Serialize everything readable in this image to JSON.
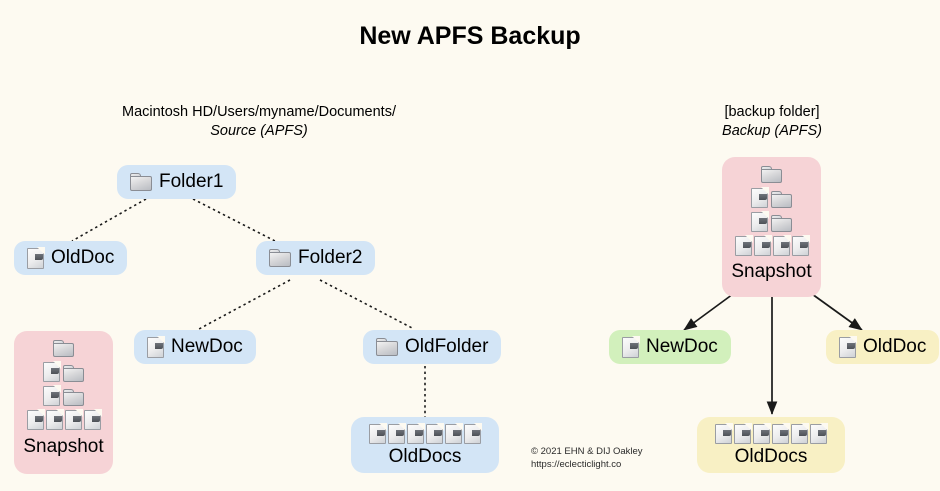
{
  "title": "New APFS Backup",
  "captions": {
    "source": {
      "line1": "Macintosh HD/Users/myname/Documents/",
      "line2": "Source (APFS)"
    },
    "backup": {
      "line1": "[backup folder]",
      "line2": "Backup (APFS)"
    }
  },
  "source_tree": {
    "folder1": {
      "label": "Folder1",
      "icon": "folder-icon",
      "color": "#d3e5f6"
    },
    "olddoc": {
      "label": "OldDoc",
      "icon": "document-icon",
      "color": "#d3e5f6"
    },
    "folder2": {
      "label": "Folder2",
      "icon": "folder-icon",
      "color": "#d3e5f6"
    },
    "newdoc": {
      "label": "NewDoc",
      "icon": "document-icon",
      "color": "#d3e5f6"
    },
    "oldfolder": {
      "label": "OldFolder",
      "icon": "folder-icon",
      "color": "#d3e5f6"
    },
    "snapshot": {
      "label": "Snapshot",
      "color": "#f6d3d6"
    },
    "olddocs": {
      "label": "OldDocs",
      "color": "#d3e5f6",
      "doc_count": 6
    }
  },
  "backup_tree": {
    "snapshot": {
      "label": "Snapshot",
      "color": "#f6d3d6"
    },
    "newdoc": {
      "label": "NewDoc",
      "icon": "document-icon",
      "color": "#d2f0bc"
    },
    "olddocs": {
      "label": "OldDocs",
      "color": "#f8f0c4",
      "doc_count": 6
    },
    "olddoc": {
      "label": "OldDoc",
      "icon": "document-icon",
      "color": "#f8f0c4"
    }
  },
  "credit": {
    "line1": "© 2021 EHN & DIJ Oakley",
    "line2": "https://eclecticlight.co"
  },
  "colors": {
    "background": "#fdfaf1",
    "blue": "#d3e5f6",
    "pink": "#f6d3d6",
    "green": "#d2f0bc",
    "cream": "#f8f0c4",
    "edge": "#1a1a1a"
  }
}
